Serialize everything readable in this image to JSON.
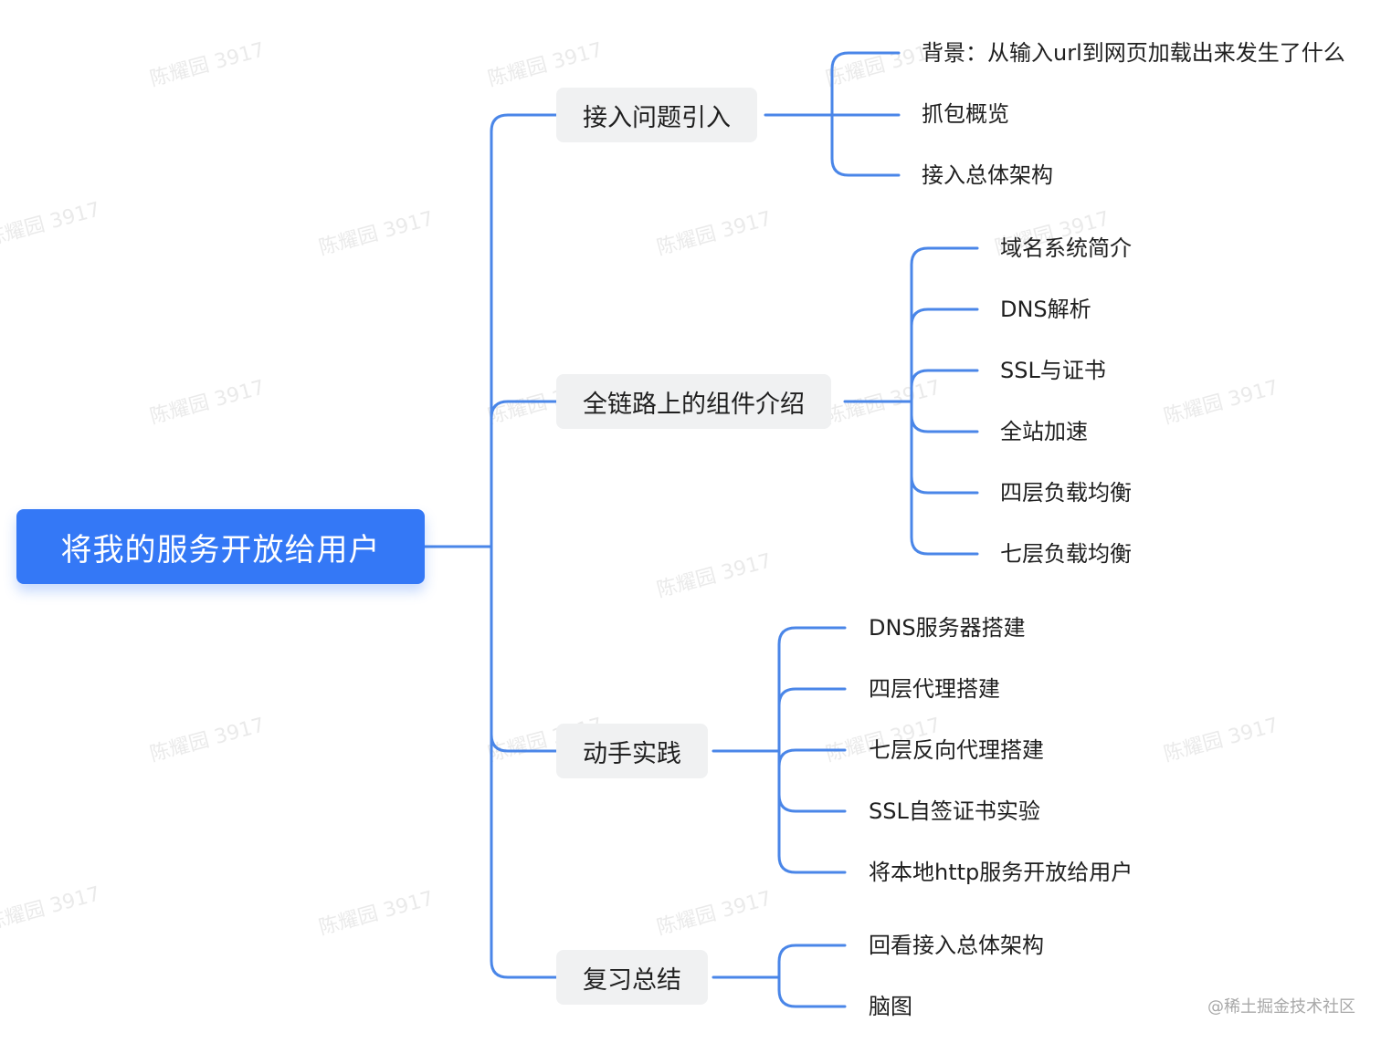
{
  "watermark_text": "陈耀园 3917",
  "root": {
    "label": "将我的服务开放给用户"
  },
  "branches": [
    {
      "label": "接入问题引入",
      "children": [
        "背景：从输入url到网页加载出来发生了什么",
        "抓包概览",
        "接入总体架构"
      ]
    },
    {
      "label": "全链路上的组件介绍",
      "children": [
        "域名系统简介",
        "DNS解析",
        "SSL与证书",
        "全站加速",
        "四层负载均衡",
        "七层负载均衡"
      ]
    },
    {
      "label": "动手实践",
      "children": [
        "DNS服务器搭建",
        "四层代理搭建",
        "七层反向代理搭建",
        "SSL自签证书实验",
        "将本地http服务开放给用户"
      ]
    },
    {
      "label": "复习总结",
      "children": [
        "回看接入总体架构",
        "脑图"
      ]
    }
  ],
  "footer": {
    "credit": "@稀土掘金技术社区"
  },
  "colors": {
    "root_bg": "#3478f6",
    "line": "#4a86e8",
    "branch_bg": "#f0f1f2"
  }
}
